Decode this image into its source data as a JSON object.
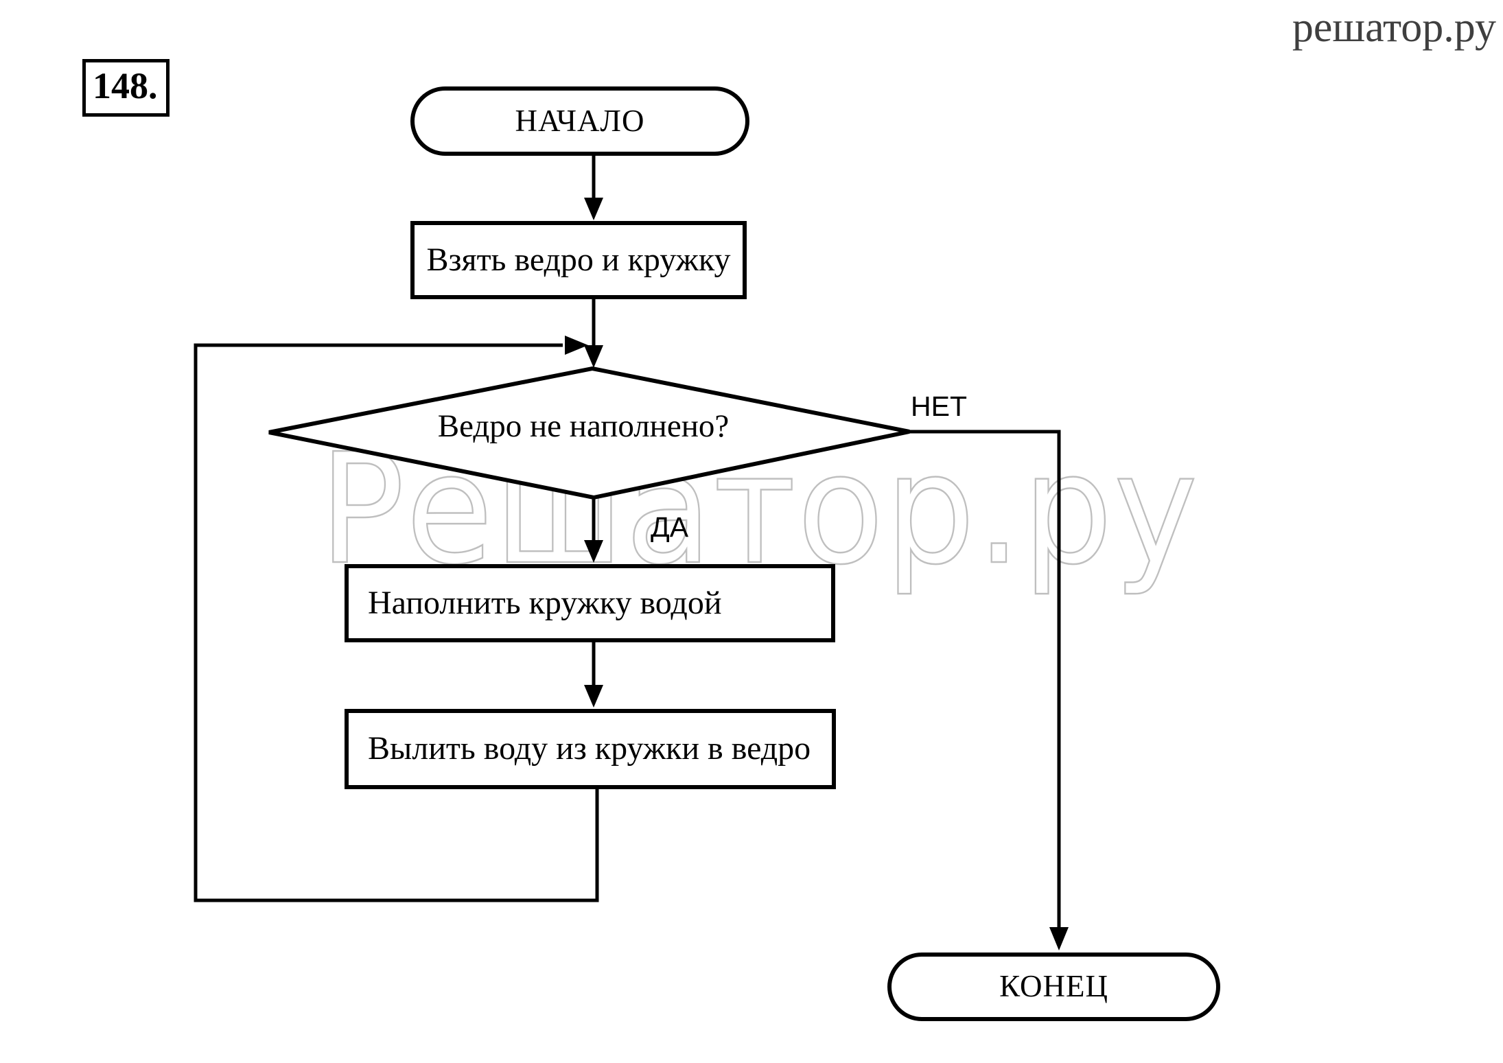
{
  "page": {
    "exercise_number": "148."
  },
  "watermarks": {
    "corner_text": "решатор.ру",
    "center_text": "Решатор.ру"
  },
  "flowchart": {
    "nodes": [
      {
        "id": "start",
        "type": "terminator",
        "label": "НАЧАЛО"
      },
      {
        "id": "step1",
        "type": "process",
        "label": "Взять ведро и кружку"
      },
      {
        "id": "decision",
        "type": "decision",
        "label": "Ведро не наполнено?"
      },
      {
        "id": "step2",
        "type": "process",
        "label": "Наполнить кружку водой"
      },
      {
        "id": "step3",
        "type": "process",
        "label": "Вылить воду из кружки в ведро"
      },
      {
        "id": "end",
        "type": "terminator",
        "label": "КОНЕЦ"
      }
    ],
    "branch_labels": {
      "no": "НЕТ",
      "yes": "ДА"
    },
    "colors": {
      "line": "#000000",
      "background": "#ffffff",
      "watermark_center": "#bfbfbf",
      "watermark_corner": "#3f3f3f"
    }
  }
}
